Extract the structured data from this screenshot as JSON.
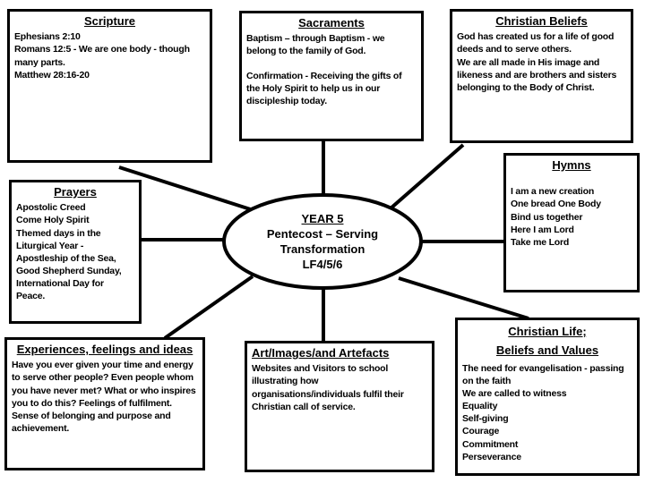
{
  "slide": {
    "background_color": "#ffffff",
    "ink_color": "#000000"
  },
  "center": {
    "title": "YEAR 5",
    "line2": "Pentecost – Serving",
    "line3": "Transformation",
    "line4": "LF4/5/6"
  },
  "boxes": {
    "scripture": {
      "title": "Scripture",
      "lines": [
        "Ephesians 2:10",
        "Romans 12:5 - We are one body - though many parts.",
        "Matthew 28:16-20"
      ]
    },
    "sacraments": {
      "title": "Sacraments",
      "para1": "Baptism – through Baptism - we belong to the family of God.",
      "para2": "Confirmation - Receiving the gifts of the Holy Spirit to help us in our discipleship today."
    },
    "christian_beliefs": {
      "title": "Christian Beliefs",
      "lines": [
        "God has created us for a life of good deeds and to serve others.",
        "We are all made in His image and likeness and are brothers and sisters belonging to the Body of Christ."
      ]
    },
    "hymns": {
      "title": "Hymns",
      "lines": [
        "I am a new creation",
        "One bread One Body",
        "Bind us together",
        "Here I am Lord",
        "Take me Lord"
      ]
    },
    "prayers": {
      "title": "Prayers",
      "lines": [
        "Apostolic Creed",
        "Come Holy Spirit",
        "Themed days in the Liturgical Year - Apostleship of the Sea, Good Shepherd Sunday, International Day for Peace."
      ]
    },
    "experiences": {
      "title": "Experiences, feelings and ideas",
      "para1": "Have you ever given your time and energy to serve other people? Even people whom you have never met? What or who inspires you to do this? Feelings of fulfilment. Sense of belonging and purpose and achievement."
    },
    "art": {
      "title": "Art/Images/and Artefacts",
      "para1": "Websites and Visitors to school illustrating how organisations/individuals fulfil their Christian call of service."
    },
    "christian_life": {
      "title_line1": "Christian Life;",
      "title_line2": "Beliefs and Values",
      "lines": [
        "The need for evangelisation - passing on the faith",
        "We are called to witness",
        "Equality",
        "Self-giving",
        "Courage",
        "Commitment",
        "Perseverance"
      ]
    }
  }
}
